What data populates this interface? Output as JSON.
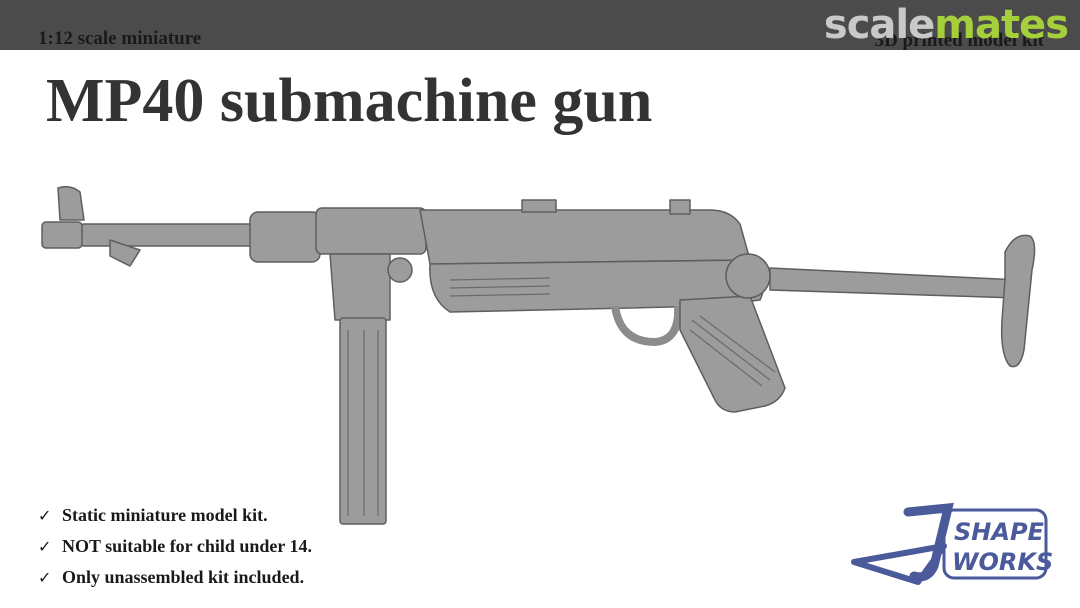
{
  "header": {
    "scale_text": "1:12 scale miniature",
    "kit_type_text": "3D printed model kit",
    "watermark_part1": "scale",
    "watermark_part2": "mates"
  },
  "title": "MP40 submachine gun",
  "features": [
    "Static miniature model kit.",
    "NOT suitable for child under 14.",
    "Only unassembled kit included."
  ],
  "check_glyph": "✓",
  "logo": {
    "word1": "SHAPE",
    "word2": "WORKS"
  },
  "colors": {
    "header_bar": "#4b4b4b",
    "watermark_gray": "#c9c9c9",
    "watermark_green": "#a6cf3c",
    "title": "#333333",
    "model_gray": "#9c9c9c",
    "logo_navy": "#4a5a9a"
  },
  "icons": [
    "check-icon",
    "mp40-render",
    "shape-works-logo"
  ]
}
